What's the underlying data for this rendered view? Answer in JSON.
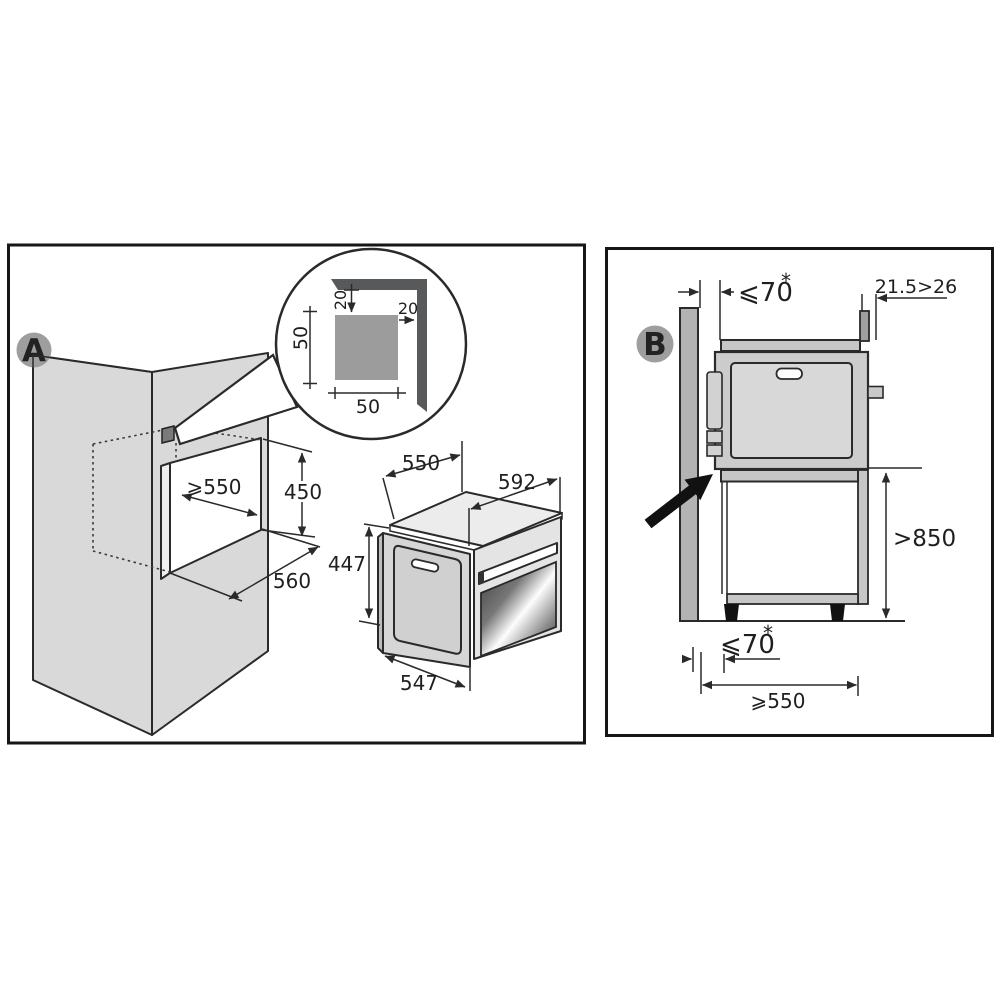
{
  "colors": {
    "line": "#2a2a2a",
    "cabinet_fill": "#d9d9d9",
    "badge_fill": "#9e9e9e",
    "bracket_dark": "#58595b",
    "detail_square": "#9c9c9c",
    "wall_fill": "#b3b3b3",
    "foot_black": "#111111"
  },
  "panel_a": {
    "badge": "A",
    "callout": {
      "gap_top": "20",
      "gap_right": "20",
      "square_height": "50",
      "square_width": "50"
    },
    "niche": {
      "width": "⩾550",
      "height": "450",
      "depth": "560"
    },
    "oven": {
      "top_depth": "550",
      "front_width": "592",
      "height": "447",
      "bottom_depth": "547"
    }
  },
  "panel_b": {
    "badge": "B",
    "top_clearance": "⩽70",
    "top_clearance_note": "*",
    "rear_gap": "21.5>26",
    "worktop_height": ">850",
    "bottom_clearance": "⩽70",
    "bottom_clearance_note": "*",
    "recess_depth": "⩾550"
  }
}
